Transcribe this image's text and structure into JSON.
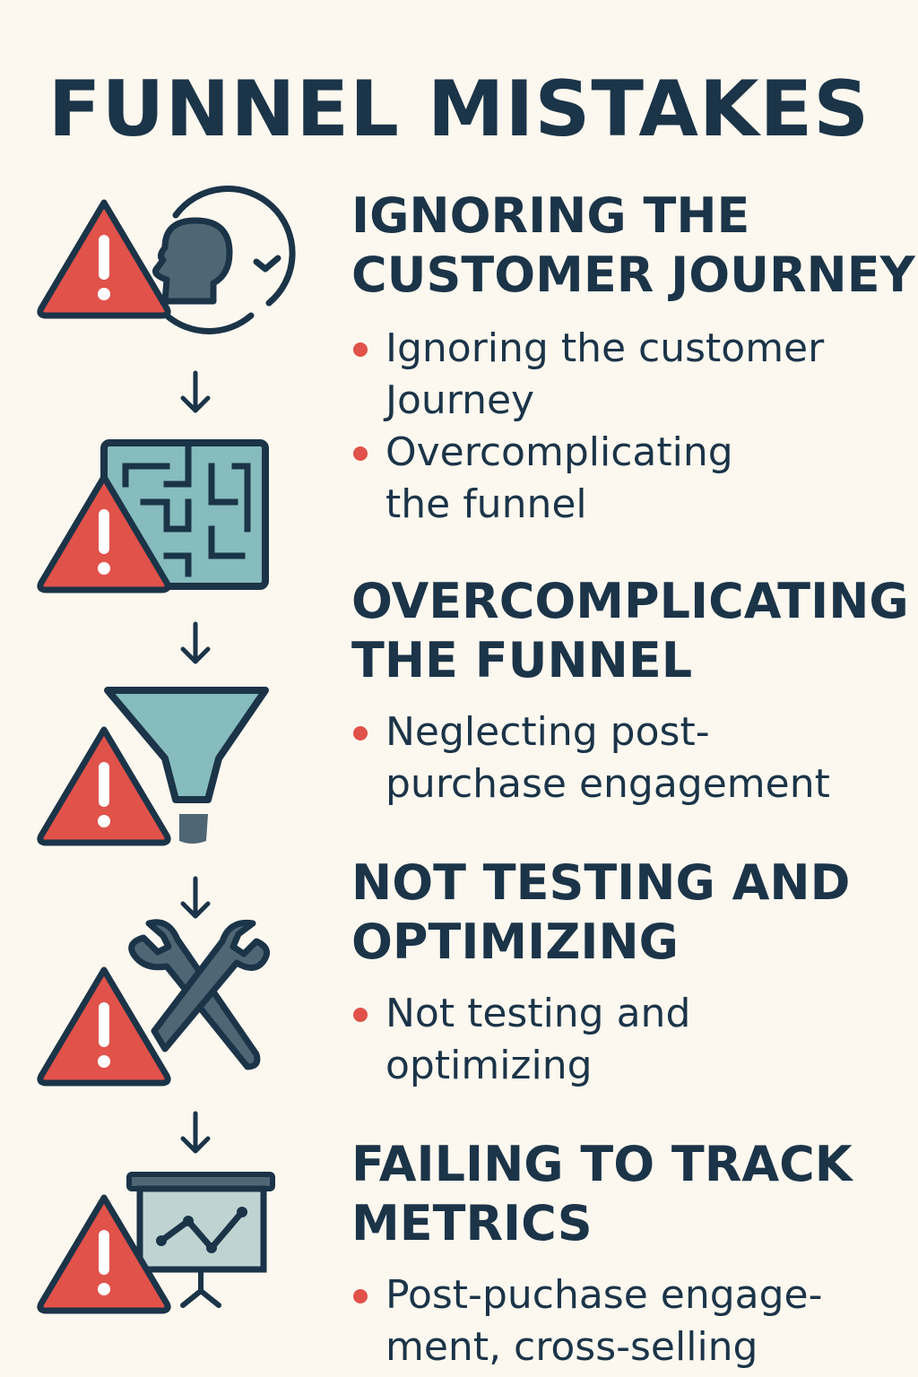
{
  "title": "FUNNEL MISTAKES",
  "colors": {
    "background": "#fcf8ef",
    "navy": "#1b3448",
    "warning_red": "#e0524a",
    "teal": "#86bcbd",
    "grey_blue": "#4f6675"
  },
  "steps": [
    {
      "icon": "customer-journey-icon",
      "heading": [
        "IGNORING THE",
        "CUSTOMER JOURNEY"
      ],
      "bullets": [
        [
          "Ignoring the customer",
          "Journey"
        ],
        [
          "Overcomplicating",
          "the funnel"
        ]
      ]
    },
    {
      "icon": "maze-icon",
      "heading": [
        "OVERCOMPLICATING",
        "THE FUNNEL"
      ],
      "bullets": [
        [
          "Neglecting post-",
          "purchase engagement"
        ]
      ]
    },
    {
      "icon": "funnel-icon",
      "heading": [
        "NOT TESTING AND",
        "OPTIMIZING"
      ],
      "bullets": [
        [
          "Not testing and",
          "optimizing"
        ]
      ]
    },
    {
      "icon": "wrench-tools-icon",
      "heading": [
        "FAILING TO TRACK",
        "METRICS"
      ],
      "bullets": [
        [
          "Post-puchase engage-",
          "ment, cross-selling"
        ]
      ]
    },
    {
      "icon": "metrics-board-icon"
    }
  ]
}
